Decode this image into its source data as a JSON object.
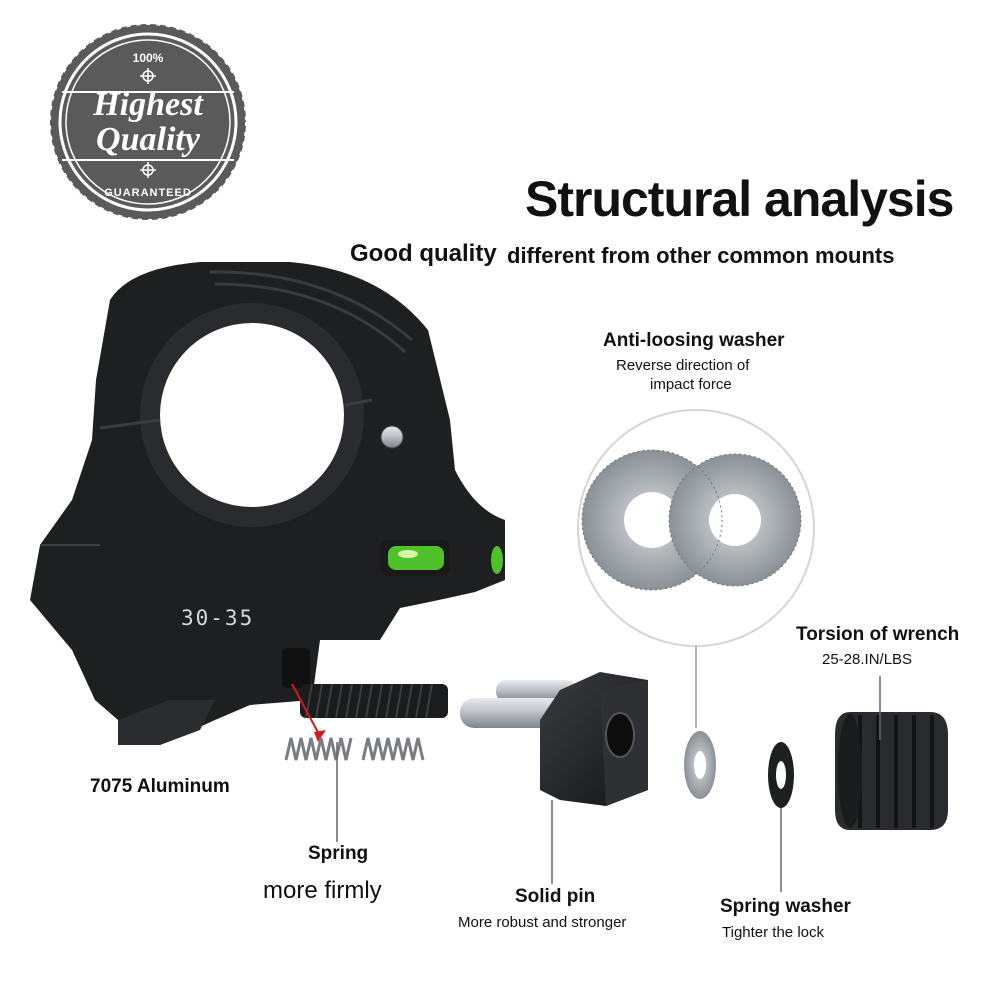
{
  "badge": {
    "top_text": "100%",
    "line1": "Highest",
    "line2": "Quality",
    "bottom_text": "GUARANTEED"
  },
  "header": {
    "title": "Structural analysis",
    "subtitle_left": "Good quality",
    "subtitle_right": "different from other common mounts"
  },
  "mount": {
    "size_marking": "30-35"
  },
  "labels": {
    "washer_title": "Anti-loosing washer",
    "washer_desc_1": "Reverse direction of",
    "washer_desc_2": "impact force",
    "wrench_title": "Torsion of wrench",
    "wrench_value": "25-28.IN/LBS",
    "material": "7075 Aluminum",
    "spring_title": "Spring",
    "spring_desc": "more firmly",
    "pin_title": "Solid pin",
    "pin_desc": "More robust and stronger",
    "spring_washer_title": "Spring washer",
    "spring_washer_desc": "Tighter the lock"
  },
  "colors": {
    "metal_black": "#1e1f21",
    "badge_gray": "#5a5a5a",
    "bubble_green": "#4fc12a",
    "pointer_red": "#d21a1a",
    "steel": "#b9bec4"
  }
}
